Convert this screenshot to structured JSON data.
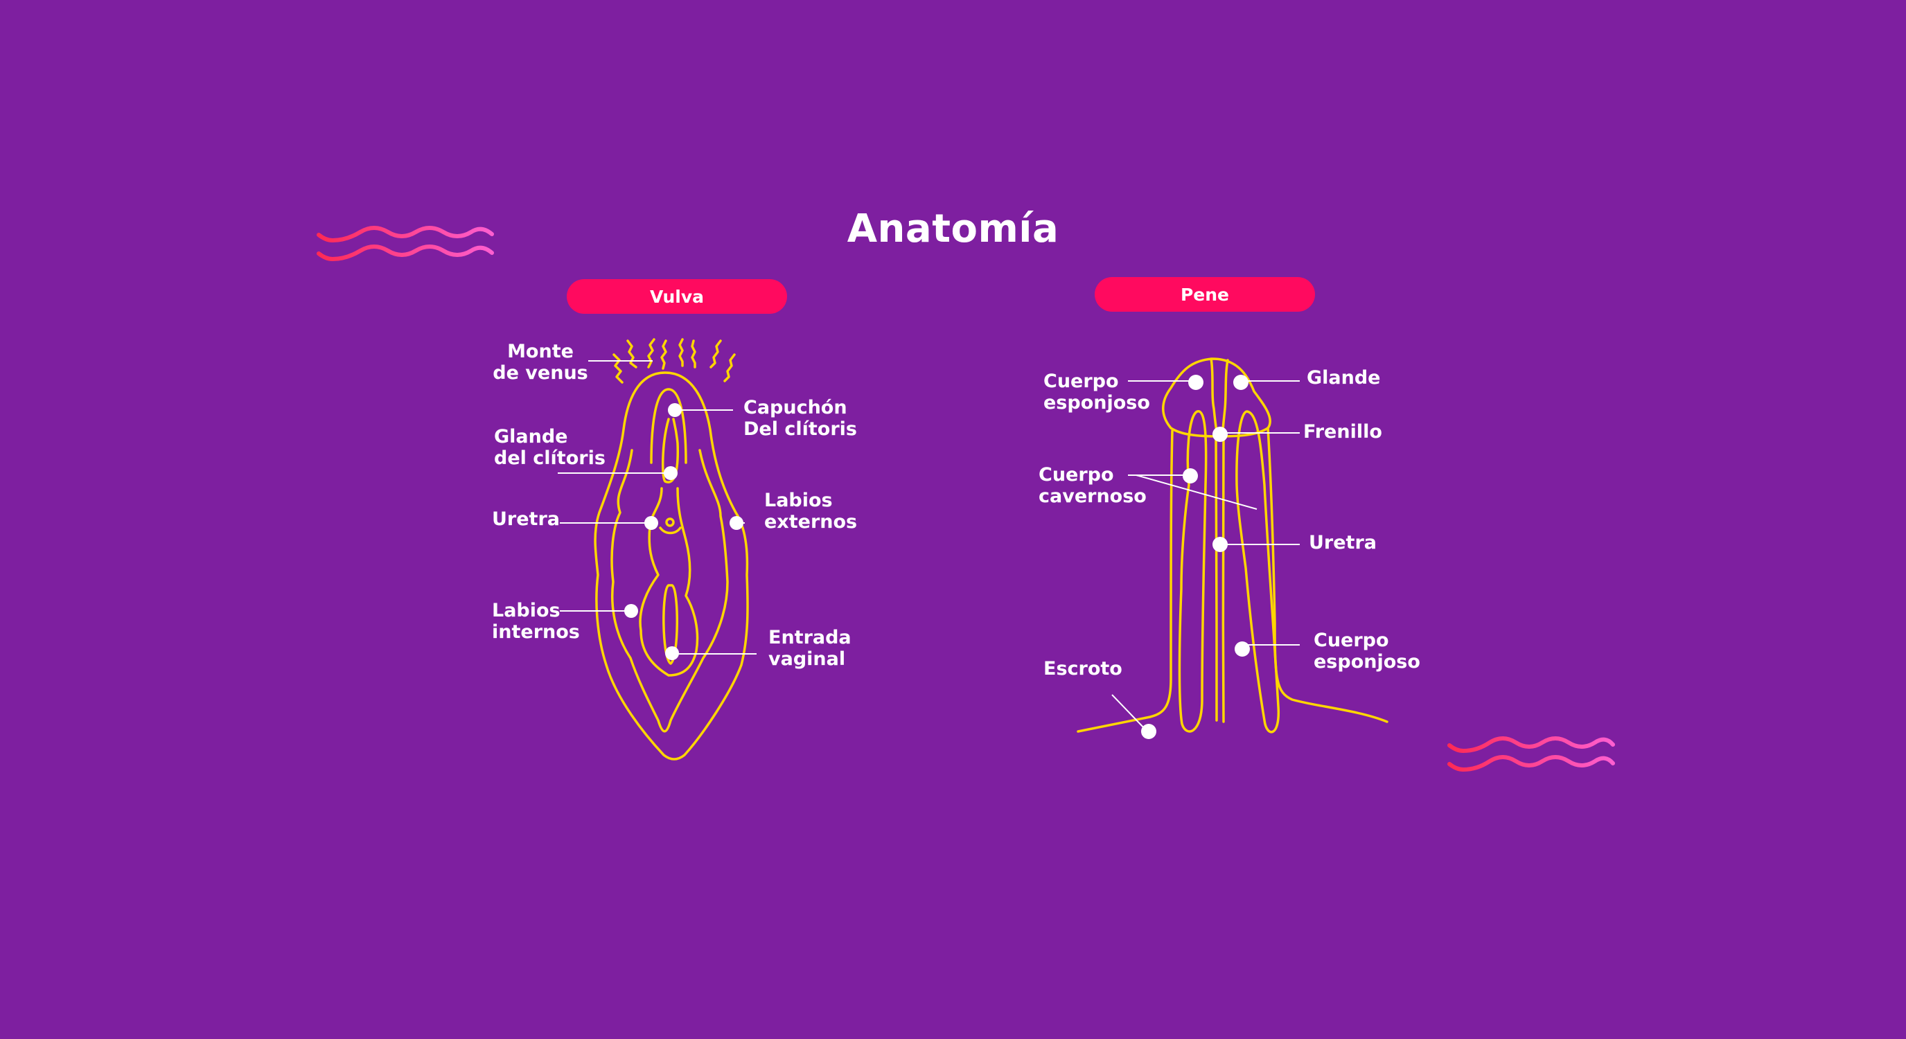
{
  "page": {
    "title": "Anatomía",
    "background_color": "#7e1fa0",
    "accent_color": "#ff0a5f",
    "line_color": "#ffd600",
    "decorations": {
      "left_waves": "wave-icon",
      "right_waves": "wave-icon"
    }
  },
  "vulva": {
    "section_label": "Vulva",
    "labels": [
      {
        "id": "monte-de-venus",
        "text": "Monte\nde venus"
      },
      {
        "id": "capuchon-del-clitoris",
        "text": "Capuchón\nDel clítoris"
      },
      {
        "id": "glande-del-clitoris",
        "text": "Glande\ndel clítoris"
      },
      {
        "id": "uretra",
        "text": "Uretra"
      },
      {
        "id": "labios-externos",
        "text": "Labios\nexternos"
      },
      {
        "id": "labios-internos",
        "text": "Labios\ninternos"
      },
      {
        "id": "entrada-vaginal",
        "text": "Entrada\nvaginal"
      }
    ]
  },
  "pene": {
    "section_label": "Pene",
    "labels": [
      {
        "id": "cuerpo-esponjoso-top",
        "text": "Cuerpo\nesponjoso"
      },
      {
        "id": "glande",
        "text": "Glande"
      },
      {
        "id": "frenillo",
        "text": "Frenillo"
      },
      {
        "id": "cuerpo-cavernoso",
        "text": "Cuerpo\ncavernoso"
      },
      {
        "id": "uretra",
        "text": "Uretra"
      },
      {
        "id": "cuerpo-esponjoso-bottom",
        "text": "Cuerpo\nesponjoso"
      },
      {
        "id": "escroto",
        "text": "Escroto"
      }
    ]
  }
}
